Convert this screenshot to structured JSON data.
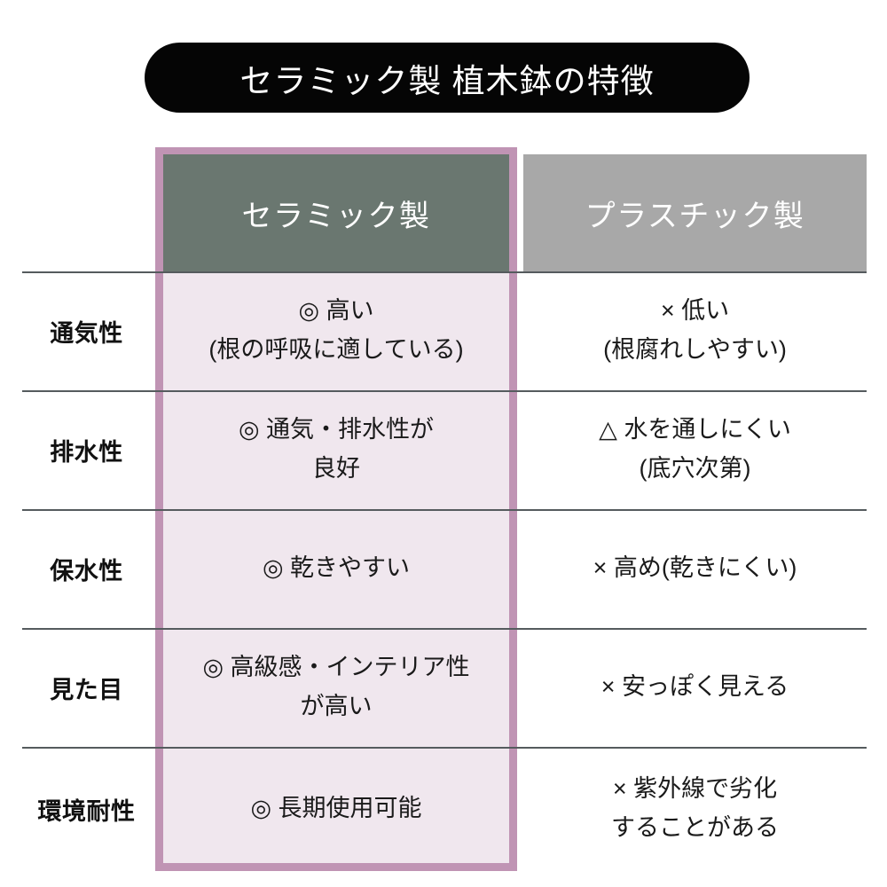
{
  "title": {
    "text": "セラミック製 植木鉢の特徴"
  },
  "colors": {
    "title_pill_bg": "#050505",
    "title_pill_text": "#ffffff",
    "ceramic_header_bg": "#6a7770",
    "plastic_header_bg": "#a8a8a8",
    "highlight_frame": "#c094b4",
    "ceramic_cell_bg": "#f0e7ee",
    "divider": "#555b5e",
    "body_text": "#1a1a1a"
  },
  "table": {
    "columns": [
      {
        "key": "feature",
        "label": ""
      },
      {
        "key": "ceramic",
        "label": "セラミック製"
      },
      {
        "key": "plastic",
        "label": "プラスチック製"
      }
    ],
    "rows": [
      {
        "label": "通気性",
        "ceramic": {
          "line1": "◎ 高い",
          "line2": "(根の呼吸に適している)"
        },
        "plastic": {
          "line1": "× 低い",
          "line2": "(根腐れしやすい)"
        }
      },
      {
        "label": "排水性",
        "ceramic": {
          "line1": "◎ 通気・排水性が",
          "line2": "良好"
        },
        "plastic": {
          "line1": "△ 水を通しにくい",
          "line2": "(底穴次第)"
        }
      },
      {
        "label": "保水性",
        "ceramic": {
          "line1": "◎ 乾きやすい",
          "line2": ""
        },
        "plastic": {
          "line1": "× 高め(乾きにくい)",
          "line2": ""
        }
      },
      {
        "label": "見た目",
        "ceramic": {
          "line1": "◎ 高級感・インテリア性",
          "line2": "が高い"
        },
        "plastic": {
          "line1": "× 安っぽく見える",
          "line2": ""
        }
      },
      {
        "label": "環境耐性",
        "ceramic": {
          "line1": "◎ 長期使用可能",
          "line2": ""
        },
        "plastic": {
          "line1": "× 紫外線で劣化",
          "line2": "することがある"
        }
      }
    ]
  }
}
